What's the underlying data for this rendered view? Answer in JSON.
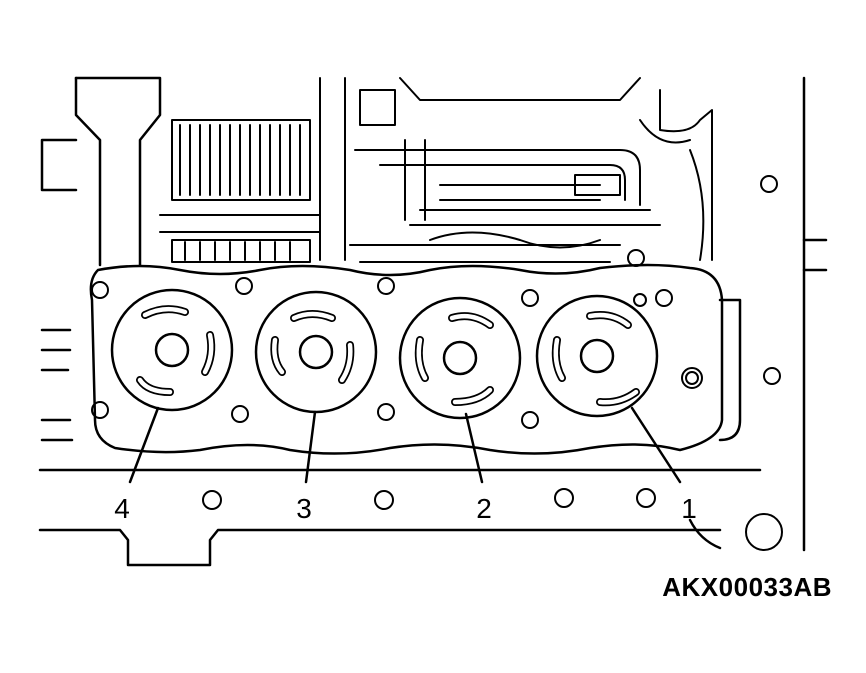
{
  "figure": {
    "callouts": [
      "4",
      "3",
      "2",
      "1"
    ],
    "code": "AKX00033AB"
  },
  "colors": {
    "line": "#000000",
    "background": "#ffffff"
  }
}
